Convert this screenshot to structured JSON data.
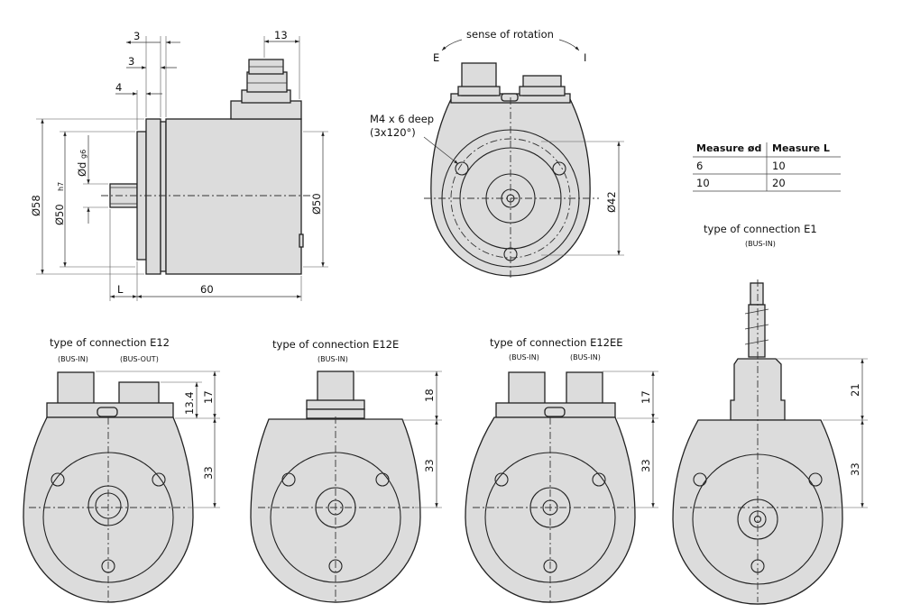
{
  "side_view": {
    "dim_top_3a": "3",
    "dim_top_3b": "3",
    "dim_top_4": "4",
    "dim_13": "13",
    "dim_dia58": "Ø58",
    "dim_dia50h7": "Ø50",
    "dim_dia50h7_sub": "h7",
    "dim_dia_d": "Ød",
    "dim_dia_d_sub": "g6",
    "dim_dia50": "Ø50",
    "dim_L": "L",
    "dim_60": "60"
  },
  "front_view": {
    "rotation_label": "sense of rotation",
    "label_E": "E",
    "label_I": "I",
    "holes_note_1": "M4 x 6 deep",
    "holes_note_2": "(3x120°)",
    "dim_dia42": "Ø42"
  },
  "measure_table": {
    "headers": [
      "Measure ød",
      "Measure L"
    ],
    "rows": [
      [
        "6",
        "10"
      ],
      [
        "10",
        "20"
      ]
    ]
  },
  "views": {
    "e1": {
      "title": "type of connection E1",
      "sub": "(BUS-IN)",
      "dim_top": "21",
      "dim_bottom": "33"
    },
    "e12": {
      "title": "type of connection E12",
      "sub1": "(BUS-IN)",
      "sub2": "(BUS-OUT)",
      "dim_134": "13.4",
      "dim_top": "17",
      "dim_bottom": "33"
    },
    "e12e": {
      "title": "type of connection E12E",
      "sub": "(BUS-IN)",
      "dim_top": "18",
      "dim_bottom": "33"
    },
    "e12ee": {
      "title": "type of connection E12EE",
      "sub1": "(BUS-IN)",
      "sub2": "(BUS-IN)",
      "dim_top": "17",
      "dim_bottom": "33"
    }
  },
  "measure_table_values": {
    "d": [
      6,
      10
    ],
    "L": [
      10,
      20
    ]
  }
}
